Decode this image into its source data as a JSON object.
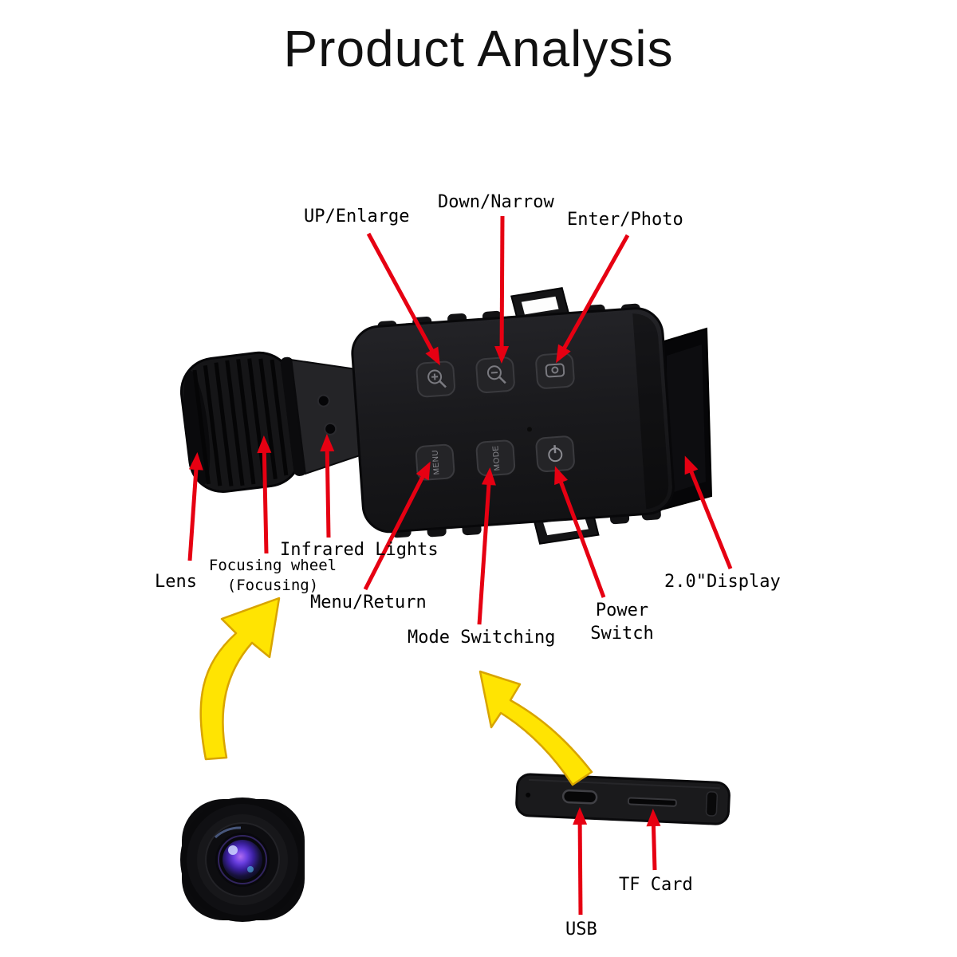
{
  "title": "Product Analysis",
  "labels": {
    "up_enlarge": "UP/Enlarge",
    "down_narrow": "Down/Narrow",
    "enter_photo": "Enter/Photo",
    "lens": "Lens",
    "focusing_wheel": "Focusing wheel\n(Focusing)",
    "infrared_lights": "Infrared Lights",
    "menu_return": "Menu/Return",
    "mode_switching": "Mode Switching",
    "power_switch": "Power\nSwitch",
    "display": "2.0\"Display",
    "tf_card": "TF Card",
    "usb": "USB"
  },
  "device": {
    "menu_button_label": "MENU",
    "mode_button_label": "MODE"
  },
  "colors": {
    "callout_red": "#e60012",
    "arrow_yellow": "#ffe402",
    "background": "#ffffff"
  }
}
